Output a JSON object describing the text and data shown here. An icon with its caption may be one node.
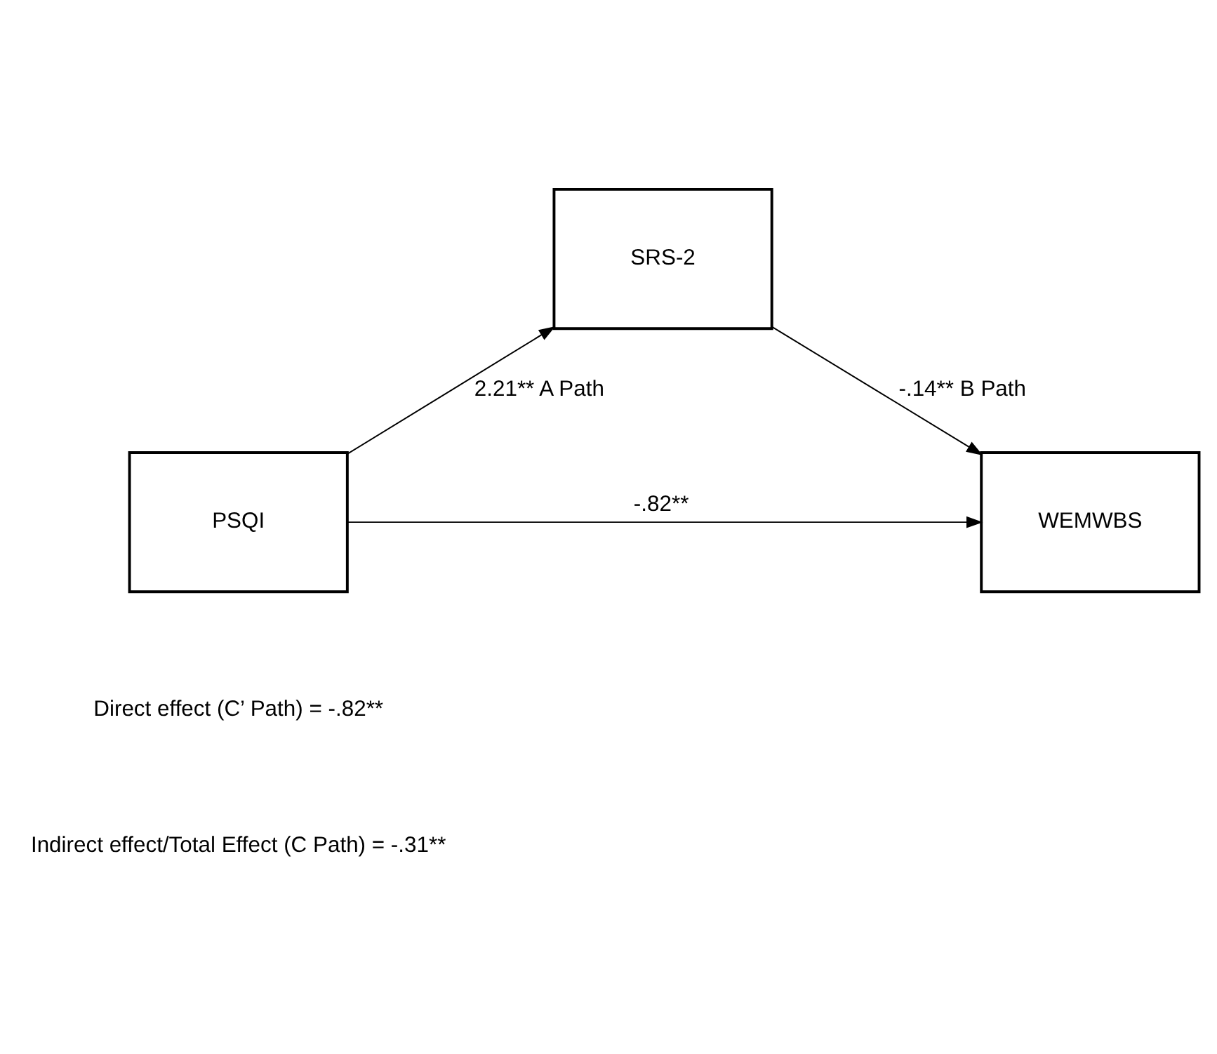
{
  "diagram": {
    "nodes": [
      {
        "text": [
          "SRS-2"
        ]
      },
      {
        "text": [
          "PSQI"
        ]
      },
      {
        "text": [
          "WEMWBS"
        ]
      }
    ],
    "edges": [
      {
        "from": 1,
        "to": 0,
        "arrow": "to",
        "label": "2.21** A Path"
      },
      {
        "from": 0,
        "to": 2,
        "arrow": "to",
        "label": "-.14** B Path"
      },
      {
        "from": 1,
        "to": 2,
        "arrow": "to",
        "label": "-.82**"
      }
    ],
    "labels": [
      "Direct effect (C’ Path) = -.82**",
      "Indirect effect/Total Effect (C Path) = -.31**"
    ]
  }
}
